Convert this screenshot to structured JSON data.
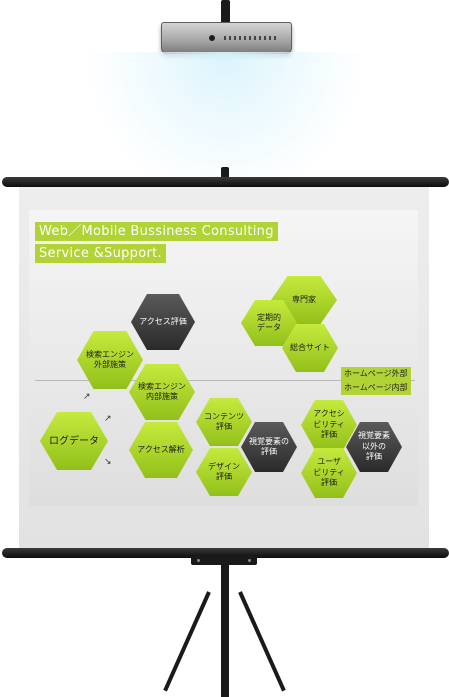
{
  "slide": {
    "title_line1": "Web／Mobile Bussiness Consulting",
    "title_line2": "Service &Support.",
    "tag_external": "ホームページ外部",
    "tag_internal": "ホームページ内部",
    "hexes": {
      "access_eval": "アクセス評価",
      "specialist": "専門家",
      "periodic_data": "定期的\nデータ",
      "general_site": "総合サイト",
      "seo_external": "検索エンジン\n外部施策",
      "seo_internal": "検索エンジン\n内部施策",
      "log_data": "ログデータ",
      "access_analysis": "アクセス解析",
      "content_eval": "コンテンツ\n評価",
      "design_eval": "デザイン\n評価",
      "visual_eval": "視覚要素の\n評価",
      "accessibility_eval": "アクセシ\nビリティ\n評価",
      "usability_eval": "ユーザ\nビリティ\n評価",
      "other_visual_eval": "視覚要素\n以外の\n評価"
    },
    "arrows": {
      "up": "↗",
      "right": "↗",
      "down": "↘"
    }
  }
}
